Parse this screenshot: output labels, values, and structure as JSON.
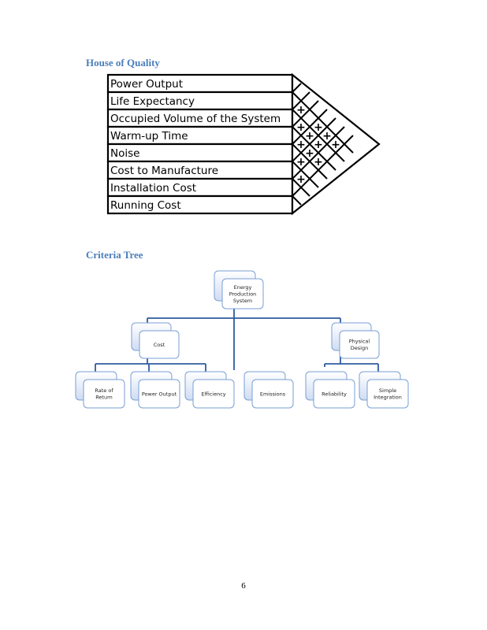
{
  "house_of_quality": {
    "heading": "House of Quality",
    "rows": [
      "Power Output",
      "Life Expectancy",
      "Occupied Volume of the System",
      "Warm-up Time",
      "Noise",
      "Cost to Manufacture",
      "Installation Cost",
      "Running Cost"
    ],
    "roof_symbol": "+"
  },
  "criteria_tree": {
    "heading": "Criteria Tree",
    "root": "Energy Production System",
    "level1": [
      "Cost",
      "Physical Design"
    ],
    "cost_children": [
      "Rate of Return",
      "Power Output",
      "Efficiency"
    ],
    "direct_child": "Emissions",
    "design_children": [
      "Reliability",
      "Simple Integration"
    ]
  },
  "colors": {
    "heading": "#4a7ebb",
    "node_border": "#7a9fd4",
    "node_fill_top": "#ffffff",
    "node_fill_bottom": "#cfdcf2",
    "connector": "#2e5c9e"
  },
  "footer": {
    "page_number": "6"
  }
}
